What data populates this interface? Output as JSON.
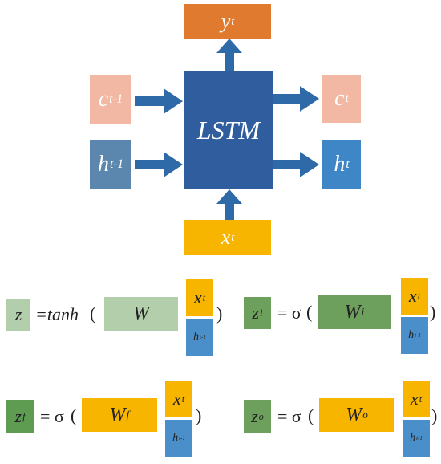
{
  "colors": {
    "orange_out": "#e07a2e",
    "lstm_blue": "#2f5d9e",
    "arrow_blue": "#2f6aa8",
    "cell_pink": "#f3b8a4",
    "hidden_blue": "#5b86ad",
    "out_blue": "#3f86c7",
    "input_yellow": "#f7b500",
    "light_green": "#b2ceaa",
    "mid_green": "#6ca05c",
    "dark_green": "#5e9c52"
  },
  "diagram": {
    "center_label": "LSTM",
    "output": {
      "base": "y",
      "sup": "t"
    },
    "cell_prev": {
      "base": "c",
      "sup": "t-1"
    },
    "hidden_prev": {
      "base": "h",
      "sup": "t-1"
    },
    "cell_next": {
      "base": "c",
      "sup": "t"
    },
    "hidden_next": {
      "base": "h",
      "sup": "t"
    },
    "input": {
      "base": "x",
      "sup": "t"
    }
  },
  "equations": [
    {
      "lhs": "z",
      "lhs_sup": "",
      "op": "=tanh",
      "paren_open": "(",
      "weight": "W",
      "weight_sup": "",
      "x": "x",
      "x_sup": "t",
      "h": "h",
      "h_sup": "t-1",
      "paren_close": ")"
    },
    {
      "lhs": "z",
      "lhs_sup": "i",
      "op": "= σ",
      "paren_open": "(",
      "weight": "W",
      "weight_sup": "i",
      "x": "x",
      "x_sup": "t",
      "h": "h",
      "h_sup": "t-1",
      "paren_close": ")"
    },
    {
      "lhs": "z",
      "lhs_sup": "f",
      "op": "= σ",
      "paren_open": "(",
      "weight": "W",
      "weight_sup": "f",
      "x": "x",
      "x_sup": "t",
      "h": "h",
      "h_sup": "t-1",
      "paren_close": ")"
    },
    {
      "lhs": "z",
      "lhs_sup": "o",
      "op": "= σ",
      "paren_open": "(",
      "weight": "W",
      "weight_sup": "o",
      "x": "x",
      "x_sup": "t",
      "h": "h",
      "h_sup": "t-1",
      "paren_close": ")"
    }
  ]
}
